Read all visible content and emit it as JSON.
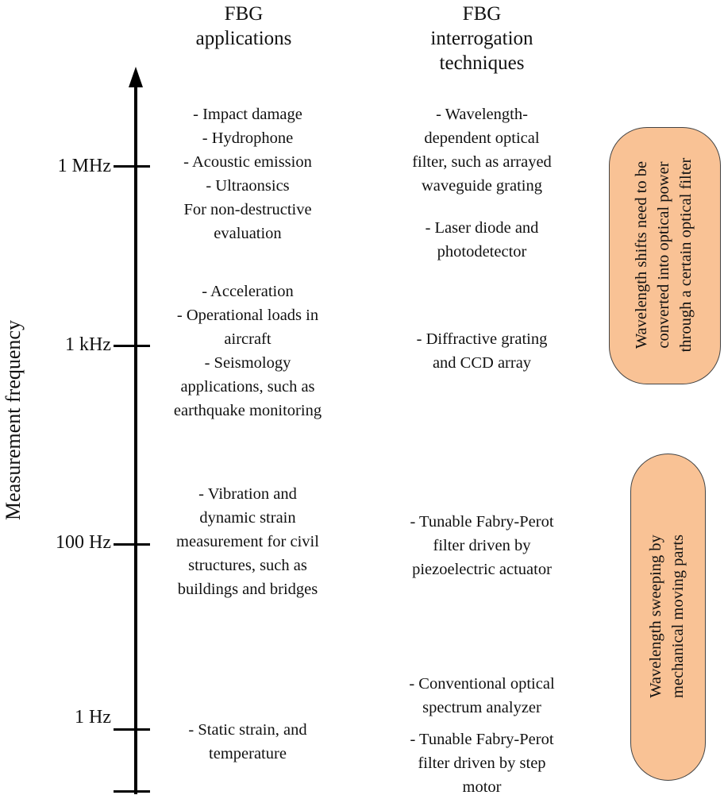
{
  "headers": {
    "applications": [
      "FBG",
      "applications"
    ],
    "interrogation": [
      "FBG",
      "interrogation",
      "techniques"
    ]
  },
  "axis": {
    "label": "Measurement frequency",
    "ticks": [
      "1 MHz",
      "1 kHz",
      "100 Hz",
      "1 Hz"
    ]
  },
  "applications": [
    [
      "- Impact damage",
      "- Hydrophone",
      "- Acoustic emission",
      "- Ultraonsics",
      "For non-destructive",
      "evaluation"
    ],
    [
      "- Acceleration",
      "- Operational loads in",
      "aircraft",
      "- Seismology",
      "applications, such as",
      "earthquake monitoring"
    ],
    [
      "- Vibration and",
      "dynamic strain",
      "measurement for civil",
      "structures, such as",
      "buildings and bridges"
    ],
    [
      "- Static strain, and",
      "temperature"
    ]
  ],
  "techniques": [
    [
      "- Wavelength-",
      "dependent optical",
      "filter, such as arrayed",
      "waveguide grating"
    ],
    [
      "- Laser diode and",
      "photodetector"
    ],
    [
      "- Diffractive grating",
      "and CCD array"
    ],
    [
      "- Tunable Fabry-Perot",
      "filter driven by",
      "piezoelectric actuator"
    ],
    [
      "- Conventional optical",
      "spectrum analyzer"
    ],
    [
      "- Tunable Fabry-Perot",
      "filter driven by step",
      "motor"
    ]
  ],
  "groups": [
    [
      "Wavelength shifts need to be",
      "converted into optical power",
      "through a certain optical filter"
    ],
    [
      "Wavelength sweeping by",
      "mechanical moving parts"
    ]
  ],
  "colors": {
    "pill_fill": "#f9c295",
    "axis": "#000000"
  }
}
